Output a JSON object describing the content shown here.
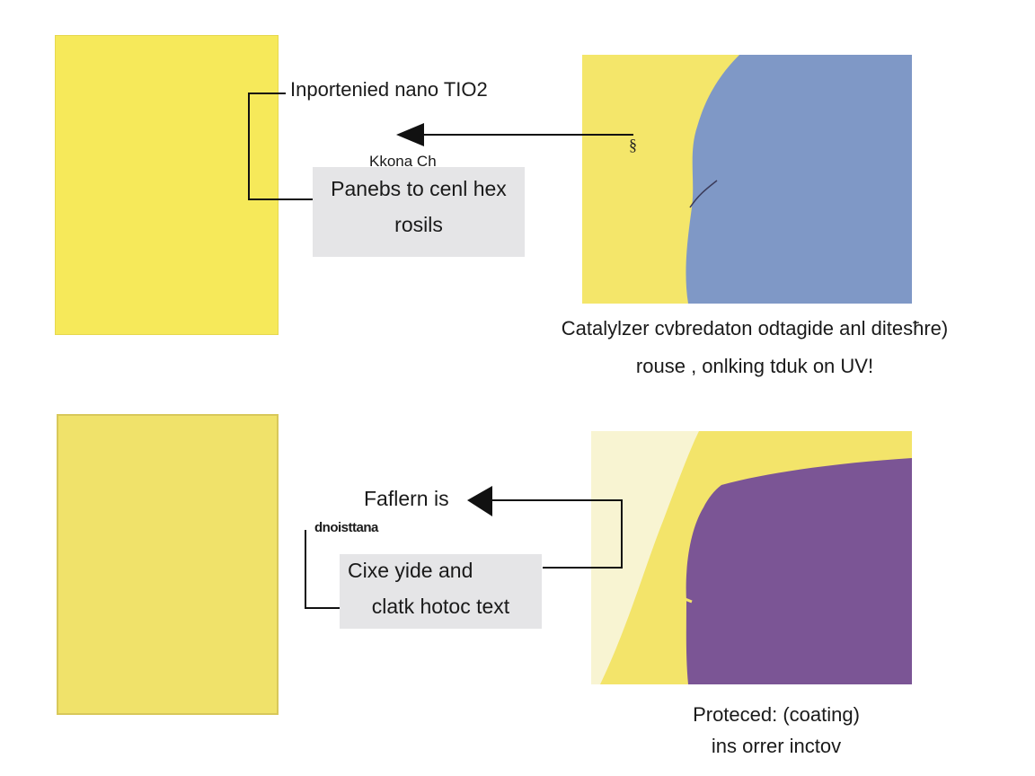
{
  "top": {
    "title_label": "Inportenied nano TIO2",
    "small_label": "Kkona Ch",
    "box_text_line1": "Panebs to cenl hex",
    "box_text_line2": "rosils",
    "caption_line1": "Catalylzer cvbredaton odtagide anl ditesħre)",
    "caption_line2": "rouse , onlking tduk on UV!"
  },
  "bottom": {
    "label": "Faflern is",
    "small_label": "dnoisttana",
    "box_text_line1": "Cixe yide and",
    "box_text_line2": "clatk hotoc text",
    "caption_line1": "Proteced: (coating)",
    "caption_line2": "ins orrer inctov"
  },
  "colors": {
    "yellow": "#f6e95a",
    "blue": "#7f98c6",
    "purple": "#7b5595",
    "box_gray": "#e5e5e7"
  }
}
